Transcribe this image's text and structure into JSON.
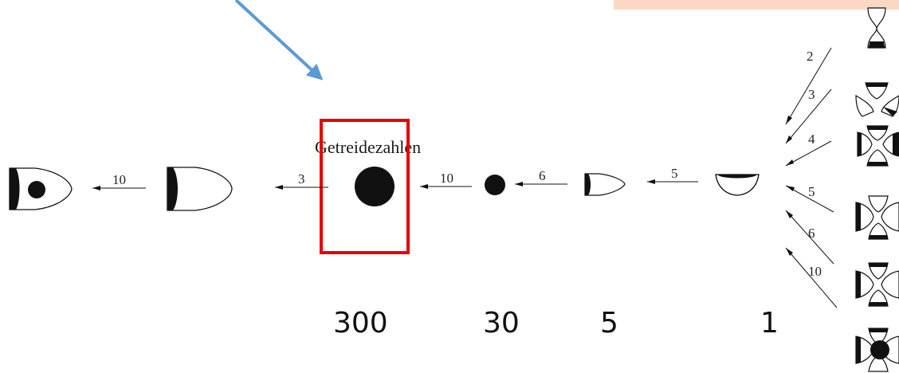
{
  "title": "Getreidezahlen",
  "colors": {
    "pointer_arrow": "#5b9bd5",
    "highlight_box": "#e60000",
    "top_banner": "#fbd8c4",
    "ink": "#111111"
  },
  "main_arrow_labels": [
    "10",
    "3",
    "10",
    "6",
    "5"
  ],
  "big_numbers": [
    "300",
    "30",
    "5",
    "1"
  ],
  "side_arrow_labels": [
    "2",
    "3",
    "4",
    "5",
    "6",
    "10"
  ]
}
